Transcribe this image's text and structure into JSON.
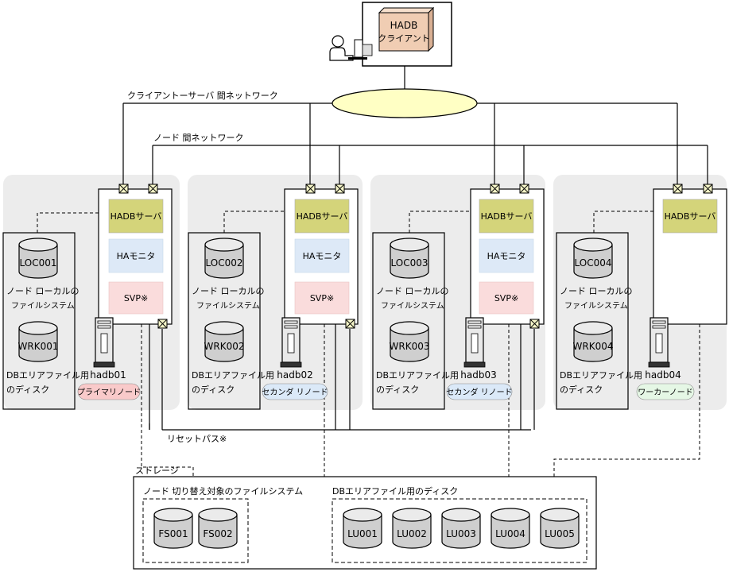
{
  "client": {
    "line1": "HADB",
    "line2": "クライアント"
  },
  "networks": {
    "client_server": "クライアントーサーバ 間ネットワーク",
    "node": "ノード 間ネットワーク"
  },
  "nodes": [
    {
      "host": "hadb01",
      "role": "プライマリノード",
      "server": "HADBサーバ",
      "monitor": "HAモニタ",
      "svp": "SVP※",
      "loc": "LOC001",
      "loc_l1": "ノード ローカルの",
      "loc_l2": "ファイルシステム",
      "wrk": "WRK001",
      "wrk_l1": "DBエリアファイル用",
      "wrk_l2": "のディスク"
    },
    {
      "host": "hadb02",
      "role": "セカンダ リノード",
      "server": "HADBサーバ",
      "monitor": "HAモニタ",
      "svp": "SVP※",
      "loc": "LOC002",
      "loc_l1": "ノード ローカルの",
      "loc_l2": "ファイルシステム",
      "wrk": "WRK002",
      "wrk_l1": "DBエリアファイル用",
      "wrk_l2": "のディスク"
    },
    {
      "host": "hadb03",
      "role": "セカンダ リノード",
      "server": "HADBサーバ",
      "monitor": "HAモニタ",
      "svp": "SVP※",
      "loc": "LOC003",
      "loc_l1": "ノード ローカルの",
      "loc_l2": "ファイルシステム",
      "wrk": "WRK003",
      "wrk_l1": "DBエリアファイル用",
      "wrk_l2": "のディスク"
    },
    {
      "host": "hadb04",
      "role": "ワーカーノード",
      "server": "HADBサーバ",
      "loc": "LOC004",
      "loc_l1": "ノード ローカルの",
      "loc_l2": "ファイルシステム",
      "wrk": "WRK004",
      "wrk_l1": "DBエリアファイル用",
      "wrk_l2": "のディスク"
    }
  ],
  "reset_path": "リセットパス※",
  "storage": {
    "title": "ストレージ",
    "fs_group": {
      "title": "ノード 切り替え対象のファイルシステム",
      "items": [
        "FS001",
        "FS002"
      ]
    },
    "lu_group": {
      "title": "DBエリアファイル用のディスク",
      "items": [
        "LU001",
        "LU002",
        "LU003",
        "LU004",
        "LU005"
      ]
    }
  },
  "colors": {
    "server": "#d4d47a",
    "monitor": "#dde9f7",
    "svp": "#fadcdc",
    "primary_badge": "#f9caca",
    "secondary_badge": "#dbe9f8",
    "worker_badge": "#e5f7e5",
    "node_bg": "#ececec",
    "client_box": "#f0cdb3"
  }
}
